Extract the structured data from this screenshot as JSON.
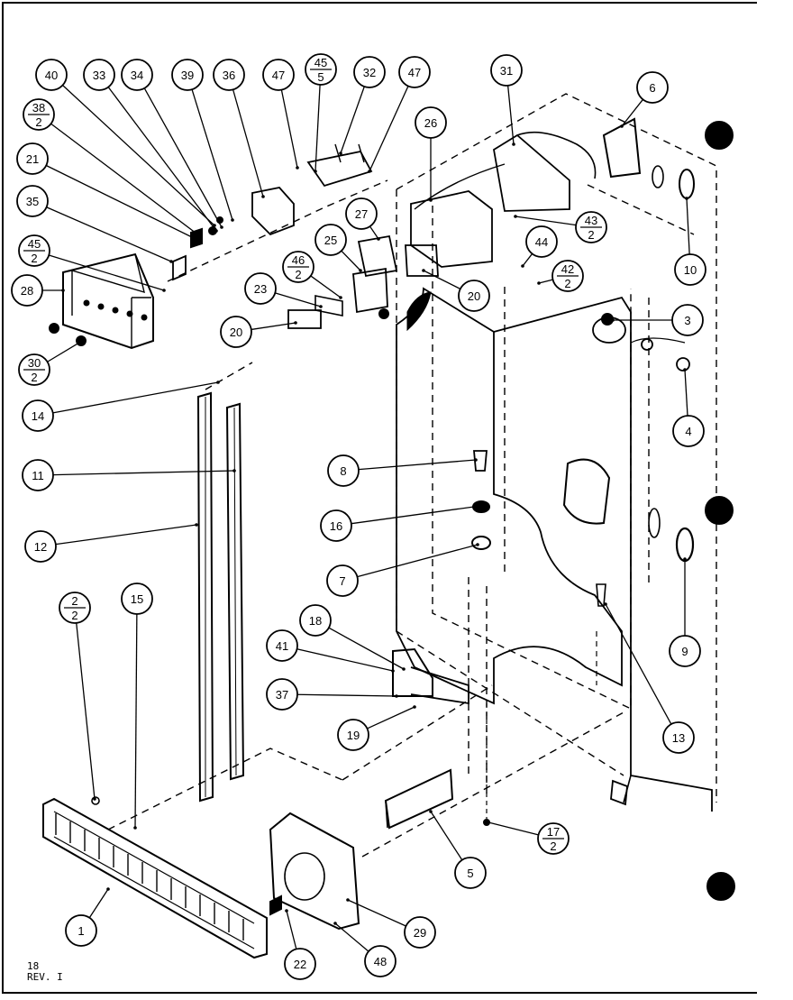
{
  "diagram": {
    "callouts": [
      {
        "label": "40"
      },
      {
        "label": "33"
      },
      {
        "label": "34"
      },
      {
        "label": "39"
      },
      {
        "label": "36"
      },
      {
        "label": "47"
      },
      {
        "num": "45",
        "den": "5"
      },
      {
        "label": "32"
      },
      {
        "label": "47"
      },
      {
        "label": "31"
      },
      {
        "label": "6"
      },
      {
        "num": "38",
        "den": "2"
      },
      {
        "label": "21"
      },
      {
        "label": "26"
      },
      {
        "label": "35"
      },
      {
        "label": "27"
      },
      {
        "num": "43",
        "den": "2"
      },
      {
        "num": "45",
        "den": "2"
      },
      {
        "label": "25"
      },
      {
        "label": "44"
      },
      {
        "label": "10"
      },
      {
        "num": "46",
        "den": "2"
      },
      {
        "num": "42",
        "den": "2"
      },
      {
        "label": "28"
      },
      {
        "label": "20"
      },
      {
        "label": "23"
      },
      {
        "label": "3"
      },
      {
        "label": "20"
      },
      {
        "num": "30",
        "den": "2"
      },
      {
        "label": "4"
      },
      {
        "label": "14"
      },
      {
        "label": "8"
      },
      {
        "label": "11"
      },
      {
        "label": "16"
      },
      {
        "label": "12"
      },
      {
        "label": "7"
      },
      {
        "num": "2",
        "den": "2"
      },
      {
        "label": "15"
      },
      {
        "label": "9"
      },
      {
        "label": "18"
      },
      {
        "label": "41"
      },
      {
        "label": "37"
      },
      {
        "label": "19"
      },
      {
        "label": "13"
      },
      {
        "num": "17",
        "den": "2"
      },
      {
        "label": "5"
      },
      {
        "label": "1"
      },
      {
        "label": "29"
      },
      {
        "label": "22"
      },
      {
        "label": "48"
      }
    ],
    "footer_line1": "18",
    "footer_line2": "REV. I"
  }
}
